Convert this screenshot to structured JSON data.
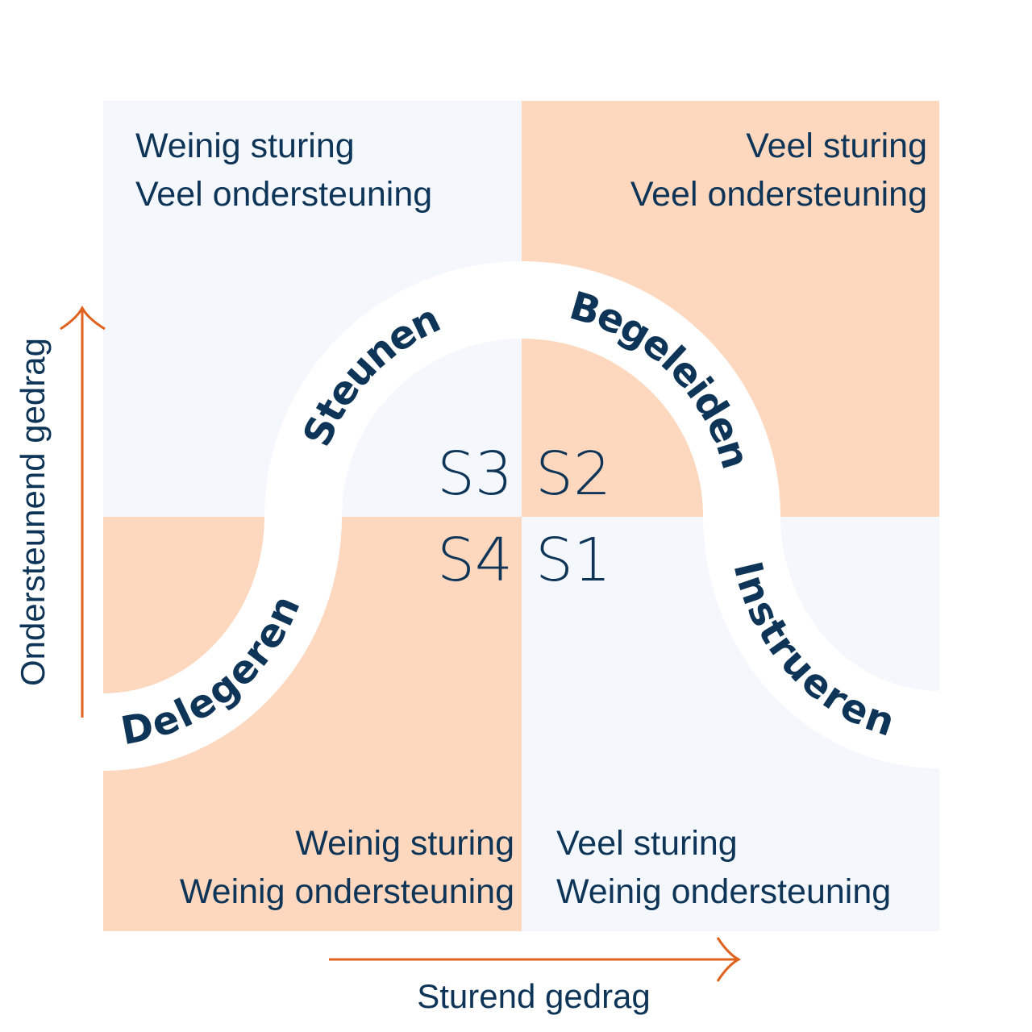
{
  "colors": {
    "light": "#f4f8fd",
    "peach": "#fdd8bf",
    "navy": "#0e3557",
    "arrow": "#e0621f"
  },
  "quadrants": {
    "top_left": [
      "Weinig sturing",
      "Veel ondersteuning"
    ],
    "top_right": [
      "Veel sturing",
      "Veel ondersteuning"
    ],
    "bottom_left": [
      "Weinig sturing",
      "Weinig ondersteuning"
    ],
    "bottom_right": [
      "Veel sturing",
      "Weinig ondersteuning"
    ]
  },
  "styles": {
    "s3": "S3",
    "s2": "S2",
    "s4": "S4",
    "s1": "S1"
  },
  "curve_labels": {
    "delegeren": "Delegeren",
    "steunen": "Steunen",
    "begeleiden": "Begeleiden",
    "instrueren": "Instrueren"
  },
  "axes": {
    "y": "Ondersteunend gedrag",
    "x": "Sturend gedrag"
  }
}
